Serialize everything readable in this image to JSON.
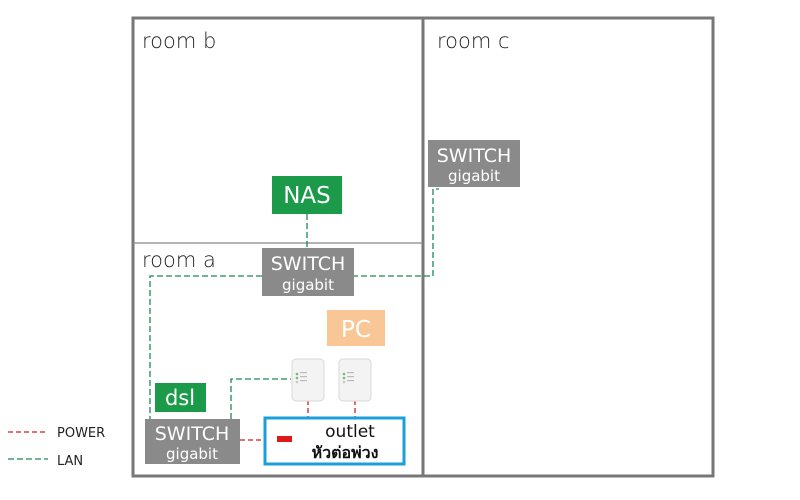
{
  "rooms": {
    "b": {
      "title": "room b"
    },
    "c": {
      "title": "room c"
    },
    "a": {
      "title": "room a"
    }
  },
  "devices": {
    "nas": {
      "label": "NAS",
      "color": "#1b9a4a"
    },
    "switch_a": {
      "line1": "SWITCH",
      "line2": "gigabit",
      "color": "#8a8a8a"
    },
    "switch_c": {
      "line1": "SWITCH",
      "line2": "gigabit",
      "color": "#8a8a8a"
    },
    "switch_dsl": {
      "line1": "SWITCH",
      "line2": "gigabit",
      "color": "#8a8a8a"
    },
    "pc": {
      "label": "PC",
      "color": "#f9c795"
    },
    "dsl": {
      "label": "dsl",
      "color": "#1b9a4a"
    },
    "outlet": {
      "line1": "outlet",
      "line2": "หัวต่อพ่วง",
      "border_color": "#1a9fdc"
    }
  },
  "legend": {
    "power": {
      "label": "POWER",
      "color": "#cc2222"
    },
    "lan": {
      "label": "LAN",
      "color": "#1a8a55"
    }
  }
}
